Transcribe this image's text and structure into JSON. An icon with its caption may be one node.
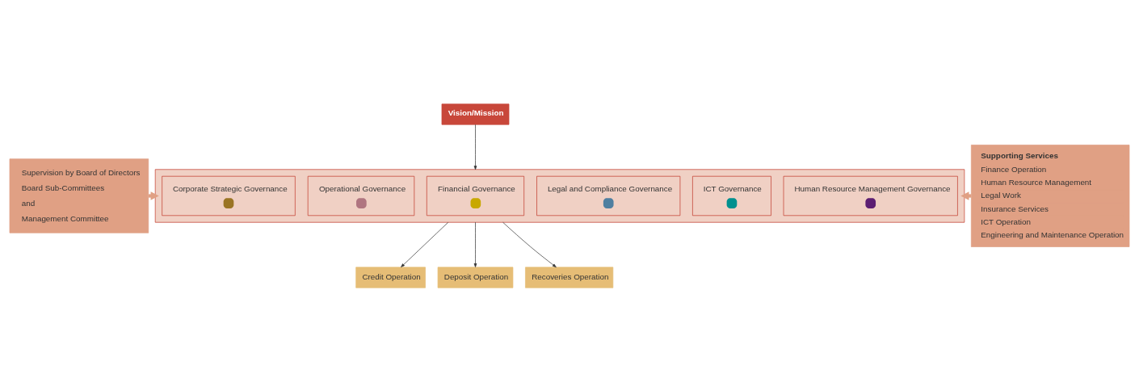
{
  "diagram": {
    "nodes": [
      {
        "text": [
          "Supervision by Board of Directors",
          "Board Sub-Committees",
          "and",
          "Management Committee"
        ]
      },
      {
        "text": [
          "Vision/Mission"
        ]
      },
      {
        "text": [],
        "shape": "box"
      },
      {
        "text": [
          "Corporate Strategic Governance"
        ],
        "in": 2
      },
      {
        "text": [
          "Operational Governance"
        ],
        "in": 2
      },
      {
        "text": [
          "Financial Governance"
        ],
        "in": 2
      },
      {
        "text": [
          "Legal and Compliance Governance"
        ],
        "in": 2
      },
      {
        "text": [
          "ICT Governance"
        ],
        "in": 2
      },
      {
        "text": [
          "Human Resource Management Governance"
        ],
        "in": 2
      },
      {
        "text": [
          "Credit Operation"
        ]
      },
      {
        "text": [
          "Deposit Operation"
        ]
      },
      {
        "text": [
          "Recoveries Operation"
        ]
      },
      {
        "text": [
          "Supporting Services",
          "Finance Operation",
          "Human Resource Management",
          "Legal Work",
          "Insurance Services",
          "ICT Operation",
          "Engineering and Maintenance Operation"
        ]
      }
    ],
    "edges": [
      {
        "from": 1,
        "to": 2,
        "arrow": "to"
      },
      {
        "from": 0,
        "to": 2,
        "arrow": "to",
        "style": "thick",
        "color": "#e0a084"
      },
      {
        "from": 12,
        "to": 2,
        "arrow": "to",
        "style": "thick",
        "color": "#e0a084"
      },
      {
        "from": 2,
        "to": 9,
        "arrow": "to"
      },
      {
        "from": 2,
        "to": 10,
        "arrow": "to"
      },
      {
        "from": 2,
        "to": 11,
        "arrow": "to"
      }
    ]
  }
}
